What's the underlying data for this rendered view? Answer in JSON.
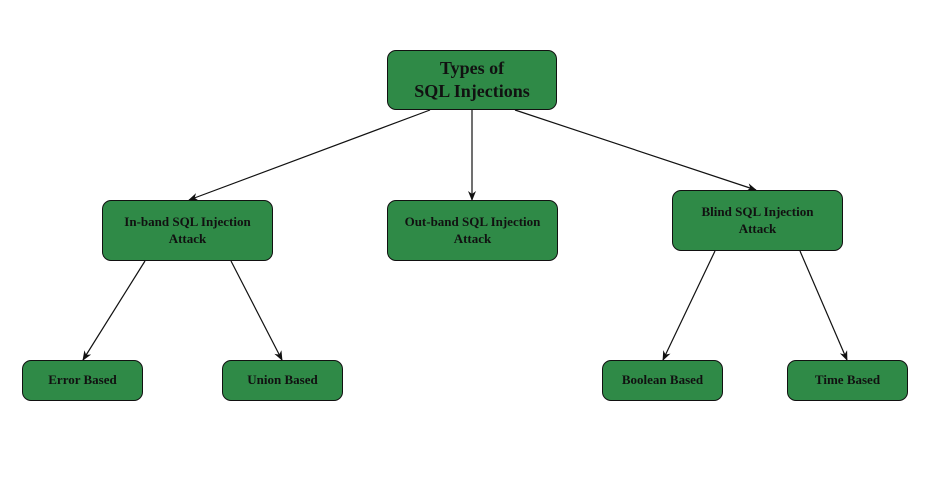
{
  "diagram": {
    "title": "Types of SQL Injections",
    "fill_color": "#2f8a47",
    "border_color": "#111111",
    "text_color": "#111111",
    "edge_color": "#111111",
    "nodes": {
      "root": {
        "line1": "Types of",
        "line2": "SQL Injections"
      },
      "inband": {
        "line1": "In-band SQL Injection",
        "line2": "Attack"
      },
      "outband": {
        "line1": "Out-band SQL Injection",
        "line2": "Attack"
      },
      "blind": {
        "line1": "Blind SQL Injection",
        "line2": "Attack"
      },
      "error": {
        "label": "Error Based"
      },
      "union": {
        "label": "Union Based"
      },
      "boolean": {
        "label": "Boolean Based"
      },
      "time": {
        "label": "Time Based"
      }
    },
    "edges": [
      {
        "from": "root",
        "to": "inband"
      },
      {
        "from": "root",
        "to": "outband"
      },
      {
        "from": "root",
        "to": "blind"
      },
      {
        "from": "inband",
        "to": "error"
      },
      {
        "from": "inband",
        "to": "union"
      },
      {
        "from": "blind",
        "to": "boolean"
      },
      {
        "from": "blind",
        "to": "time"
      }
    ]
  }
}
